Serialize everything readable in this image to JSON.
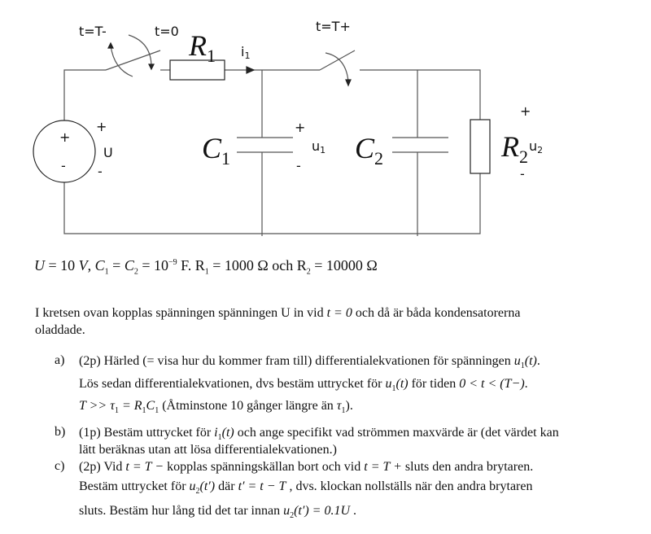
{
  "circuit": {
    "switch1_label_open": "t=T-",
    "switch1_label_close": "t=0",
    "switch2_label": "t=T+",
    "r1": {
      "sym": "R",
      "sub": "1"
    },
    "r2": {
      "sym": "R",
      "sub": "2"
    },
    "c1": {
      "sym": "C",
      "sub": "1"
    },
    "c2": {
      "sym": "C",
      "sub": "2"
    },
    "i1": {
      "sym": "i",
      "sub": "1"
    },
    "u1": {
      "sym": "u",
      "sub": "1"
    },
    "u2": {
      "sym": "u",
      "sub": "2"
    },
    "source": {
      "label": "U",
      "plus": "+",
      "minus": "-"
    }
  },
  "params": {
    "a": "U",
    "b": " = 10 ",
    "c": "V",
    "d": ", ",
    "e": "C",
    "f": "1",
    "g": " = ",
    "h": "C",
    "i": "2",
    "j": " = 10",
    "k": "−9",
    "l": " F. R",
    "m": "1",
    "n": " = 1000 Ω och R",
    "o": "2",
    "p": " = 10000 Ω"
  },
  "intro": {
    "line1a": "I kretsen ovan kopplas spänningen spänningen U in vid ",
    "line1m": "t = 0",
    "line1b": " och då är båda kondensatorerna",
    "line2": "oladdade."
  },
  "items": {
    "a": {
      "marker": "a)",
      "l1a": "(2p) Härled (= visa hur du kommer fram till)  differentialekvationen för spänningen ",
      "l1m": "u",
      "l1s": "1",
      "l1t": "(t)",
      "l1e": ".",
      "l2a": "Lös sedan differentialekvationen, dvs bestäm uttrycket för ",
      "l2m": "u",
      "l2s": "1",
      "l2t": "(t)",
      "l2b": " för tiden ",
      "l2c": "0 < t < (T−)",
      "l2e": ".",
      "l3a": "T >> τ",
      "l3s": "1",
      "l3b": " = R",
      "l3s2": "1",
      "l3c": "C",
      "l3s3": "1",
      "l3d": " (Åtminstone 10 gånger längre än ",
      "l3e": "τ",
      "l3s4": "1",
      "l3f": ")."
    },
    "b": {
      "marker": "b)",
      "l1a": "(1p) Bestäm uttrycket för ",
      "l1m": "i",
      "l1s": "1",
      "l1t": "(t)",
      "l1b": " och ange specifikt vad strömmen maxvärde är (det värdet kan",
      "l2": "lätt beräknas utan att lösa differentialekvationen.)"
    },
    "c": {
      "marker": "c)",
      "l1a": "(2p) Vid ",
      "l1m": "t = T −",
      "l1b": "  kopplas spänningskällan bort och vid ",
      "l1m2": "t = T +",
      "l1c": " sluts den andra brytaren.",
      "l2a": "Bestäm uttrycket för ",
      "l2m": "u",
      "l2s": "2",
      "l2t": "(t′)",
      "l2b": "  där ",
      "l2m2": "t′ = t − T",
      "l2c": " , dvs. klockan nollställs när den andra brytaren",
      "l3a": "sluts. Bestäm hur lång tid det tar innan ",
      "l3m": "u",
      "l3s": "2",
      "l3t": "(t′) = 0.1U",
      "l3e": " ."
    }
  }
}
